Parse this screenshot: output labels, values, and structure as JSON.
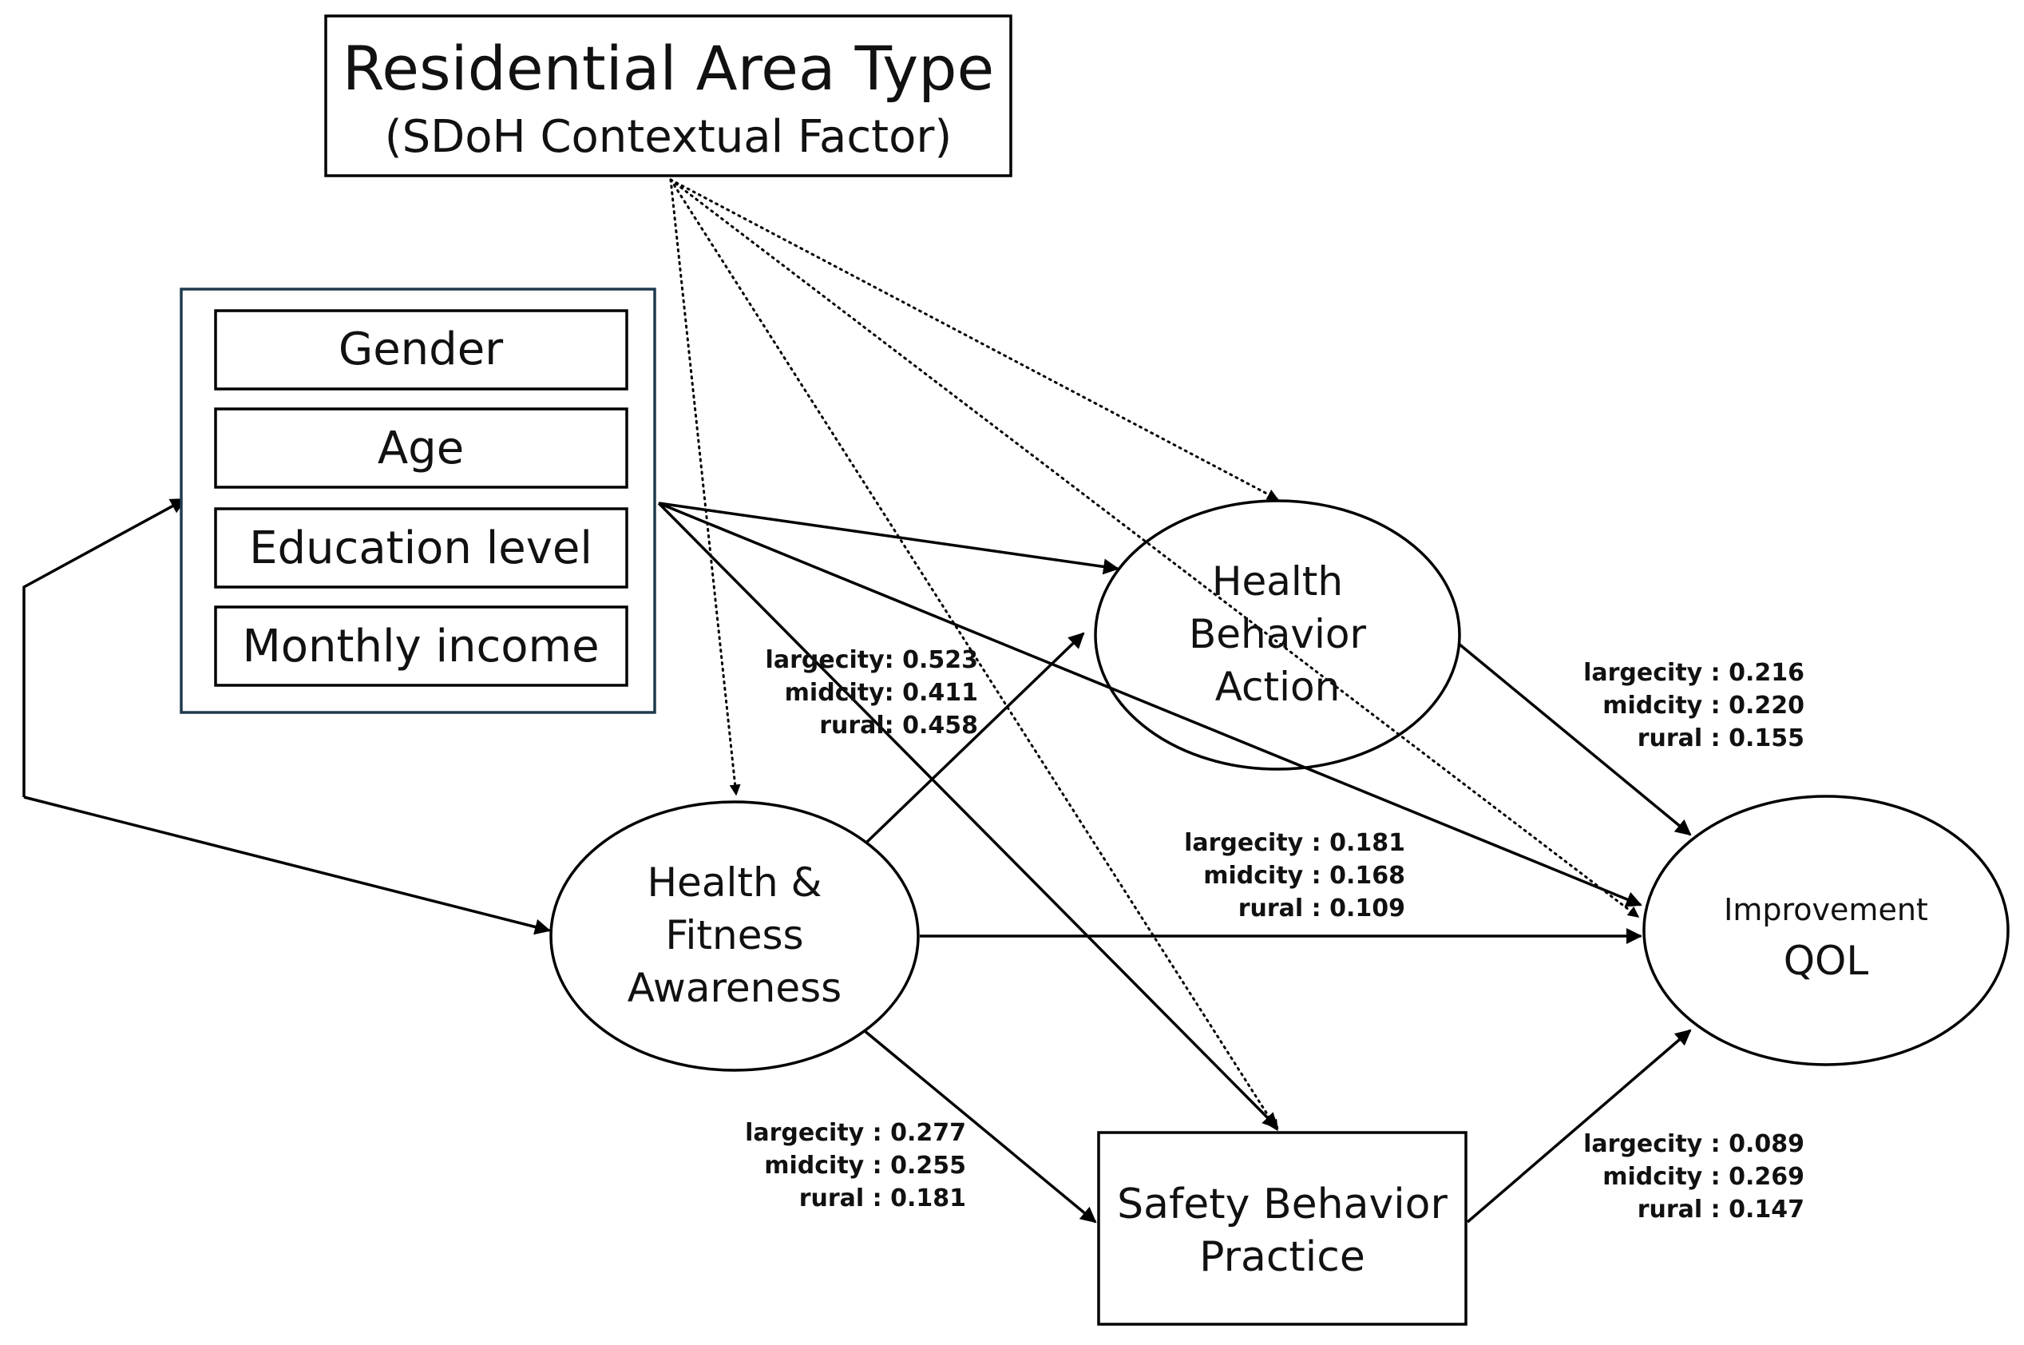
{
  "nodes": {
    "residential": {
      "title": "Residential Area Type",
      "subtitle": "(SDoH Contextual Factor)"
    },
    "covariates": {
      "items": [
        "Gender",
        "Age",
        "Education level",
        "Monthly income"
      ]
    },
    "awareness": {
      "lines": [
        "Health &",
        "Fitness",
        "Awareness"
      ]
    },
    "behavior_action": {
      "lines": [
        "Health",
        "Behavior",
        "Action"
      ]
    },
    "safety_practice": {
      "lines": [
        "Safety Behavior",
        "Practice"
      ]
    },
    "qol": {
      "lines": [
        "Improvement",
        "QOL"
      ]
    }
  },
  "coefficients": {
    "awareness_to_action": [
      "largecity: 0.523",
      "midcity: 0.411",
      "rural: 0.458"
    ],
    "action_to_qol": [
      "largecity : 0.216",
      "midcity : 0.220",
      "rural : 0.155"
    ],
    "awareness_to_qol": [
      "largecity : 0.181",
      "midcity : 0.168",
      "rural : 0.109"
    ],
    "awareness_to_safety": [
      "largecity : 0.277",
      "midcity : 0.255",
      "rural : 0.181"
    ],
    "safety_to_qol": [
      "largecity : 0.089",
      "midcity : 0.269",
      "rural : 0.147"
    ]
  },
  "colors": {
    "stroke": "#000000",
    "covariate_border": "#1f3a4d",
    "text": "#111111",
    "background": "#ffffff"
  }
}
